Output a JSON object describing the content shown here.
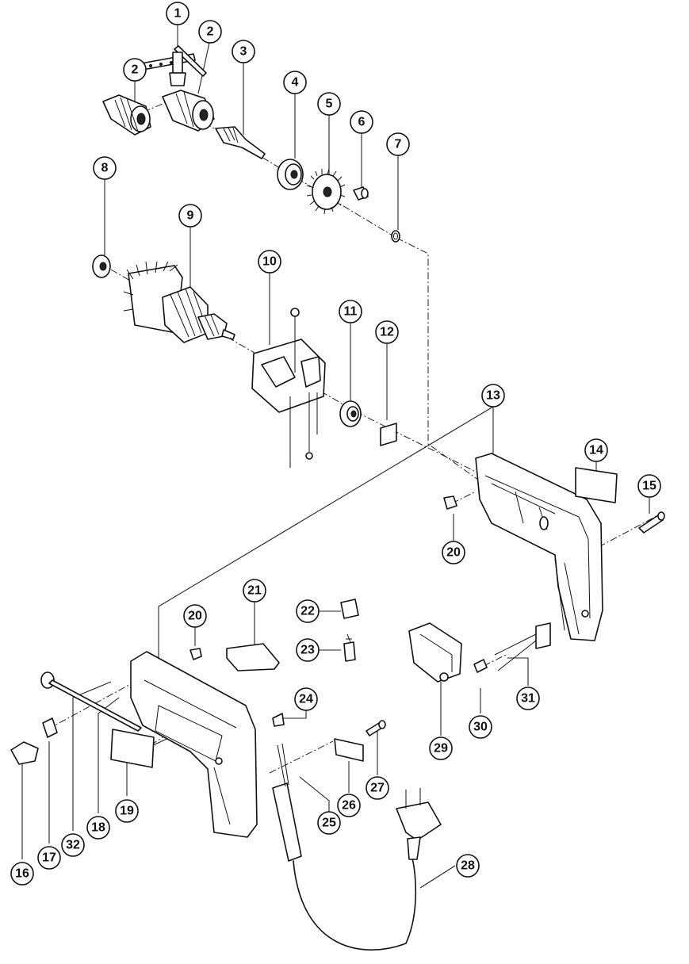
{
  "callouts": {
    "c1": "1",
    "c2a": "2",
    "c2b": "2",
    "c3": "3",
    "c4": "4",
    "c5": "5",
    "c6": "6",
    "c7": "7",
    "c8": "8",
    "c9": "9",
    "c10": "10",
    "c11": "11",
    "c12": "12",
    "c13": "13",
    "c14": "14",
    "c15": "15",
    "c16": "16",
    "c17": "17",
    "c18": "18",
    "c19": "19",
    "c20a": "20",
    "c20b": "20",
    "c21": "21",
    "c22": "22",
    "c23": "23",
    "c24": "24",
    "c25": "25",
    "c26": "26",
    "c27": "27",
    "c28": "28",
    "c29": "29",
    "c30": "30",
    "c31": "31",
    "c32": "32"
  }
}
